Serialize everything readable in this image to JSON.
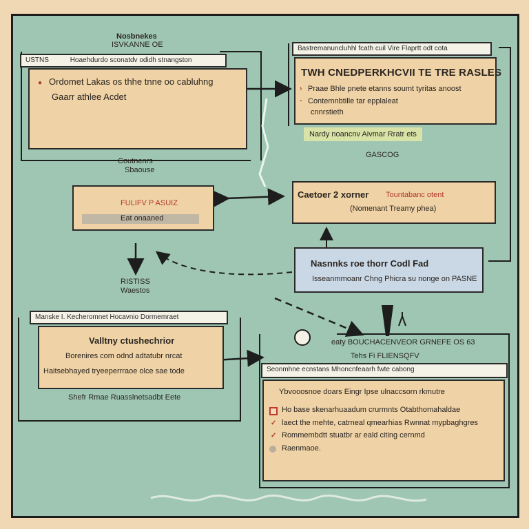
{
  "top_left_label": {
    "line1": "Nosbnekes",
    "line2": "ISVKANNE OE"
  },
  "box_a": {
    "tag": "USTNS",
    "header": "Hoaehdurdo sconatdv odidh stnangston",
    "line1": "Ordomet Lakas os thhe tnne oo cabluhng",
    "line2": "Gaarr athlee Acdet"
  },
  "box_b": {
    "header": "Bastremanuncluhhl fcath cuil Vire Flaprtt odt cota",
    "title": "TWH CNEDPERKHCVII TE  TRE RASLES",
    "line1": "Praae Bhle pnete etanns soumt tyritas anoost",
    "line2": "Contemnbtille tar epplaleat",
    "line3": "cnnrstieth",
    "note": "Nardy noancnv Aivmar Rratr ets"
  },
  "label_counters": {
    "line1": "Coutnenrs",
    "line2": "Sbaouse"
  },
  "box_c": {
    "line1": "FULIFV P ASUIZ",
    "line2": "Eat onaaned"
  },
  "label_gascog": "GASCOG",
  "box_d": {
    "line1": "Caetoer  2 xorner",
    "line1b": "Tountabanc otent",
    "line2": "(Nomenant Treamy phea)"
  },
  "box_e": {
    "line1": "Nasnnks roe thorr  Codl  Fad",
    "line2": "Isseanmmoanr Chng Phicra su nonge on PASNE"
  },
  "label_ristiss": {
    "line1": "RISTISS",
    "line2": "Waestos"
  },
  "box_f": {
    "header": "Manske  I. Kecheromnet Hocavnio Dormemraet",
    "title": "Valltny ctushechrior",
    "line1": "Borenires com odnd adtatubr nrcat",
    "line2": "Haitsebhayed tryeeperrraoe olce sae tode",
    "footer": "Shefr Rmae Ruasslnetsadbt Eete"
  },
  "box_g": {
    "top_label": "eaty BOUCHACENVEOR GRNEFE OS 63",
    "sub_label": "Tehs  Fi  FLIENSQFV",
    "header": "Seonmhne ecnstans   Mhoncnfeaarh fwte cabong",
    "subheader": "Ybvooosnoe doars Eingr  Ipse  ulnaccsorn rkmutre",
    "items": [
      "Ho base skenarhuaadum crurmnts Otabthomahaldae",
      "laect the mehte, catrneal qmearhias Rwnnat mypbaghgres",
      "Rommembdtt stuatbr ar eald citing cernmd",
      "Raenmaoe."
    ]
  },
  "colors": {
    "bg": "#9ec6b2",
    "box": "#efd2a6",
    "frame": "#1d1d1d",
    "accent": "#c0392b",
    "blue_box": "#cad8e6"
  }
}
